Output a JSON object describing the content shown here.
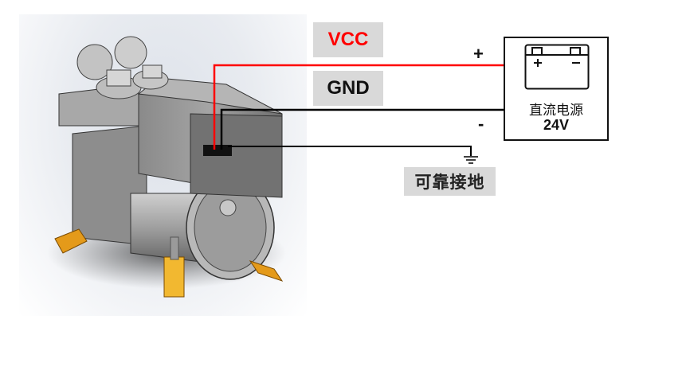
{
  "diagram": {
    "title": "Wiring diagram for device power connection",
    "device_image": {
      "label": "Device 3D model with connector"
    },
    "labels": {
      "vcc": "VCC",
      "gnd": "GND",
      "ground_note": "可靠接地"
    },
    "polarity": {
      "positive": "+",
      "negative": "-"
    },
    "power_supply": {
      "name": "直流电源",
      "voltage": "24V",
      "icon": "battery-icon"
    },
    "wires": [
      {
        "name": "VCC",
        "color": "#ff0000",
        "from": "connector",
        "to": "power-supply +"
      },
      {
        "name": "GND",
        "color": "#000000",
        "from": "connector",
        "to": "power-supply -"
      },
      {
        "name": "Earth",
        "color": "#000000",
        "from": "connector",
        "to": "ground"
      }
    ],
    "colors": {
      "vcc": "#ff0000",
      "gnd": "#000000",
      "label_bg": "#d9d9d9"
    }
  }
}
